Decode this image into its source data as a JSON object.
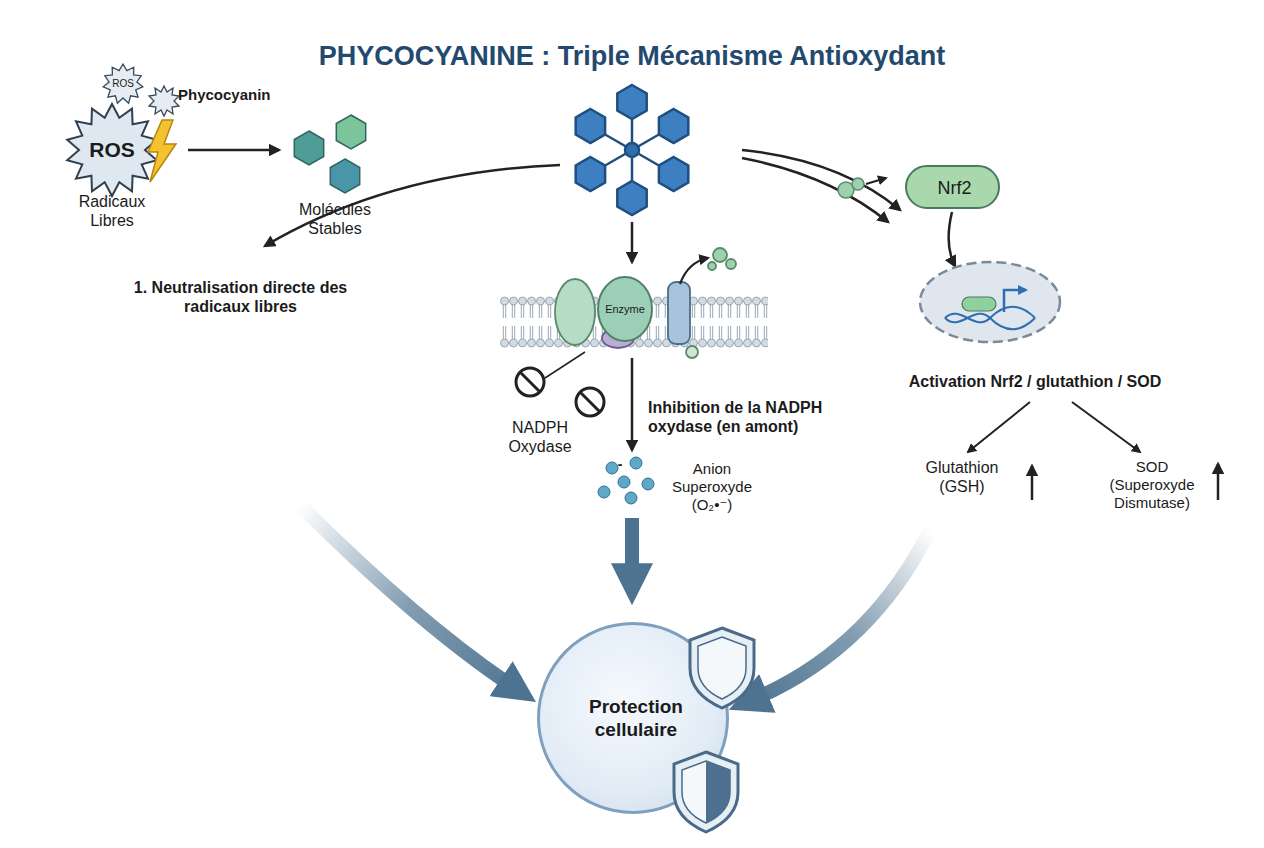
{
  "diagram": {
    "title": "PHYCOCYANINE : Triple Mécanisme Antioxydant",
    "nodes": [
      {
        "text": [
          "ROS"
        ]
      },
      {
        "text": [
          "ROS",
          "Radicaux Libres"
        ]
      },
      {
        "text": [
          "Molécules Stables"
        ]
      },
      {
        "text": [
          "Enzyme"
        ]
      },
      {
        "text": [
          "Nrf2"
        ]
      },
      {
        "text": [
          "Protection cellulaire"
        ]
      }
    ],
    "edges": [
      {
        "from": 1,
        "to": 2,
        "arrow": "to"
      }
    ],
    "labels": [
      "Phycocyanin",
      "1. Neutralisation directe des radicaux libres",
      "NADPH Oxydase",
      "Inhibition de la NADPH oxydase (en amont)",
      "-",
      "Anion Superoxyde (O₂•⁻)",
      "Activation Nrf2 / glutathion / SOD",
      "Glutathion (GSH)",
      "SOD (Superoxyde Dismutase)"
    ]
  }
}
